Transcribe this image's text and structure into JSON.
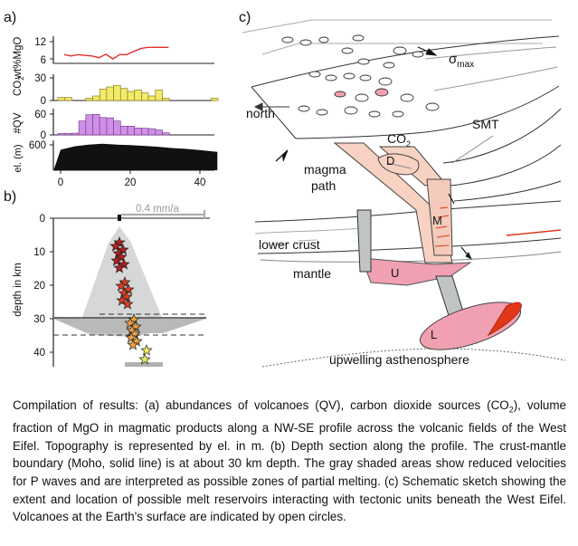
{
  "panel_a": {
    "label": "a)",
    "mgo": {
      "ylabel": "wt%MgO",
      "ticks": [
        "12",
        "6"
      ],
      "color": "#e0302f",
      "values": [
        [
          1,
          7.5
        ],
        [
          3,
          7.0
        ],
        [
          5,
          7.5
        ],
        [
          7,
          7.2
        ],
        [
          9,
          7.0
        ],
        [
          11,
          6.4
        ],
        [
          13,
          7.6
        ],
        [
          15,
          6.0
        ],
        [
          17,
          7.5
        ],
        [
          19,
          7.5
        ],
        [
          21,
          8.6
        ],
        [
          23,
          9.6
        ],
        [
          25,
          10
        ],
        [
          28,
          10
        ],
        [
          31,
          10
        ]
      ]
    },
    "co2": {
      "ylabel": "CO",
      "ylabel_sub": "2",
      "ticks": [
        "30",
        "0"
      ],
      "color": "#f2ea6a",
      "stroke": "#8a8020",
      "bins": [
        [
          0,
          4
        ],
        [
          2,
          4
        ],
        [
          4,
          0
        ],
        [
          6,
          0
        ],
        [
          8,
          3
        ],
        [
          10,
          6
        ],
        [
          12,
          15
        ],
        [
          14,
          18
        ],
        [
          16,
          20
        ],
        [
          18,
          16
        ],
        [
          20,
          12
        ],
        [
          22,
          14
        ],
        [
          24,
          10
        ],
        [
          26,
          6
        ],
        [
          28,
          14
        ],
        [
          30,
          3
        ],
        [
          32,
          0
        ],
        [
          34,
          0
        ],
        [
          36,
          0
        ],
        [
          38,
          0
        ],
        [
          40,
          0
        ],
        [
          42,
          0
        ],
        [
          44,
          3
        ]
      ]
    },
    "qv": {
      "ylabel": "#QV",
      "ticks": [
        "60",
        "0"
      ],
      "color": "#d090e8",
      "stroke": "#7a3f90",
      "bins": [
        [
          0,
          4
        ],
        [
          2,
          4
        ],
        [
          4,
          5
        ],
        [
          6,
          40
        ],
        [
          8,
          58
        ],
        [
          10,
          59
        ],
        [
          12,
          50
        ],
        [
          14,
          49
        ],
        [
          16,
          40
        ],
        [
          18,
          25
        ],
        [
          20,
          25
        ],
        [
          22,
          20
        ],
        [
          24,
          19
        ],
        [
          26,
          18
        ],
        [
          28,
          14
        ],
        [
          30,
          6
        ]
      ]
    },
    "elev": {
      "ylabel": "el. (m)",
      "ticks": [
        "600"
      ],
      "color": "#111111",
      "profile": [
        [
          0,
          480
        ],
        [
          4,
          560
        ],
        [
          8,
          600
        ],
        [
          12,
          620
        ],
        [
          16,
          600
        ],
        [
          20,
          590
        ],
        [
          24,
          570
        ],
        [
          28,
          550
        ],
        [
          32,
          520
        ],
        [
          36,
          500
        ],
        [
          40,
          470
        ],
        [
          45,
          430
        ]
      ]
    },
    "xticks": [
      "0",
      "20",
      "40"
    ]
  },
  "panel_b": {
    "label": "b)",
    "ylabel": "depth in km",
    "yticks": [
      "0",
      "10",
      "20",
      "30",
      "40"
    ],
    "rate_label": "0.4 mm/a",
    "moho_km": 30,
    "dashed_km": [
      28,
      35
    ],
    "star_colors": {
      "shallow": "#b02020",
      "mid": "#d84020",
      "deep": "#f0a040",
      "deepest": "#f0f060"
    }
  },
  "panel_c": {
    "label": "c)",
    "sigma": "σ",
    "sigma_sub": "max",
    "north": "north",
    "smt": "SMT",
    "co2": "CO",
    "co2_sub": "2",
    "d_label": "D",
    "magma_path": [
      "magma",
      "path"
    ],
    "m_label": "M",
    "lower_crust": "lower crust",
    "u_label": "U",
    "mantle": "mantle",
    "l_label": "L",
    "asthenosphere": "upwelling asthenosphere",
    "colors": {
      "reservoir": "#f0a0b0",
      "magma": "#f7d2c2",
      "red": "#e03818",
      "rock": "#c0c4c4"
    }
  },
  "caption": {
    "p1": "Compilation of results: (a) abundances of volcanoes (QV), carbon dioxide sources (CO",
    "sub": "2",
    "p2": "), volume fraction of MgO in magmatic products along a NW-SE profile across the volcanic fields of the West Eifel. Topography is represented by el. in m. (b) Depth section along the profile. The crust-mantle boundary (Moho, solid line) is at about 30 km depth. The gray shaded areas show reduced velocities for P waves and are interpreted as possible zones of partial melting. (c) Schematic sketch showing the extent and location of possible melt reservoirs interacting with tectonic units beneath the West Eifel. Volcanoes at the Earth's surface are indicated by open circles."
  }
}
